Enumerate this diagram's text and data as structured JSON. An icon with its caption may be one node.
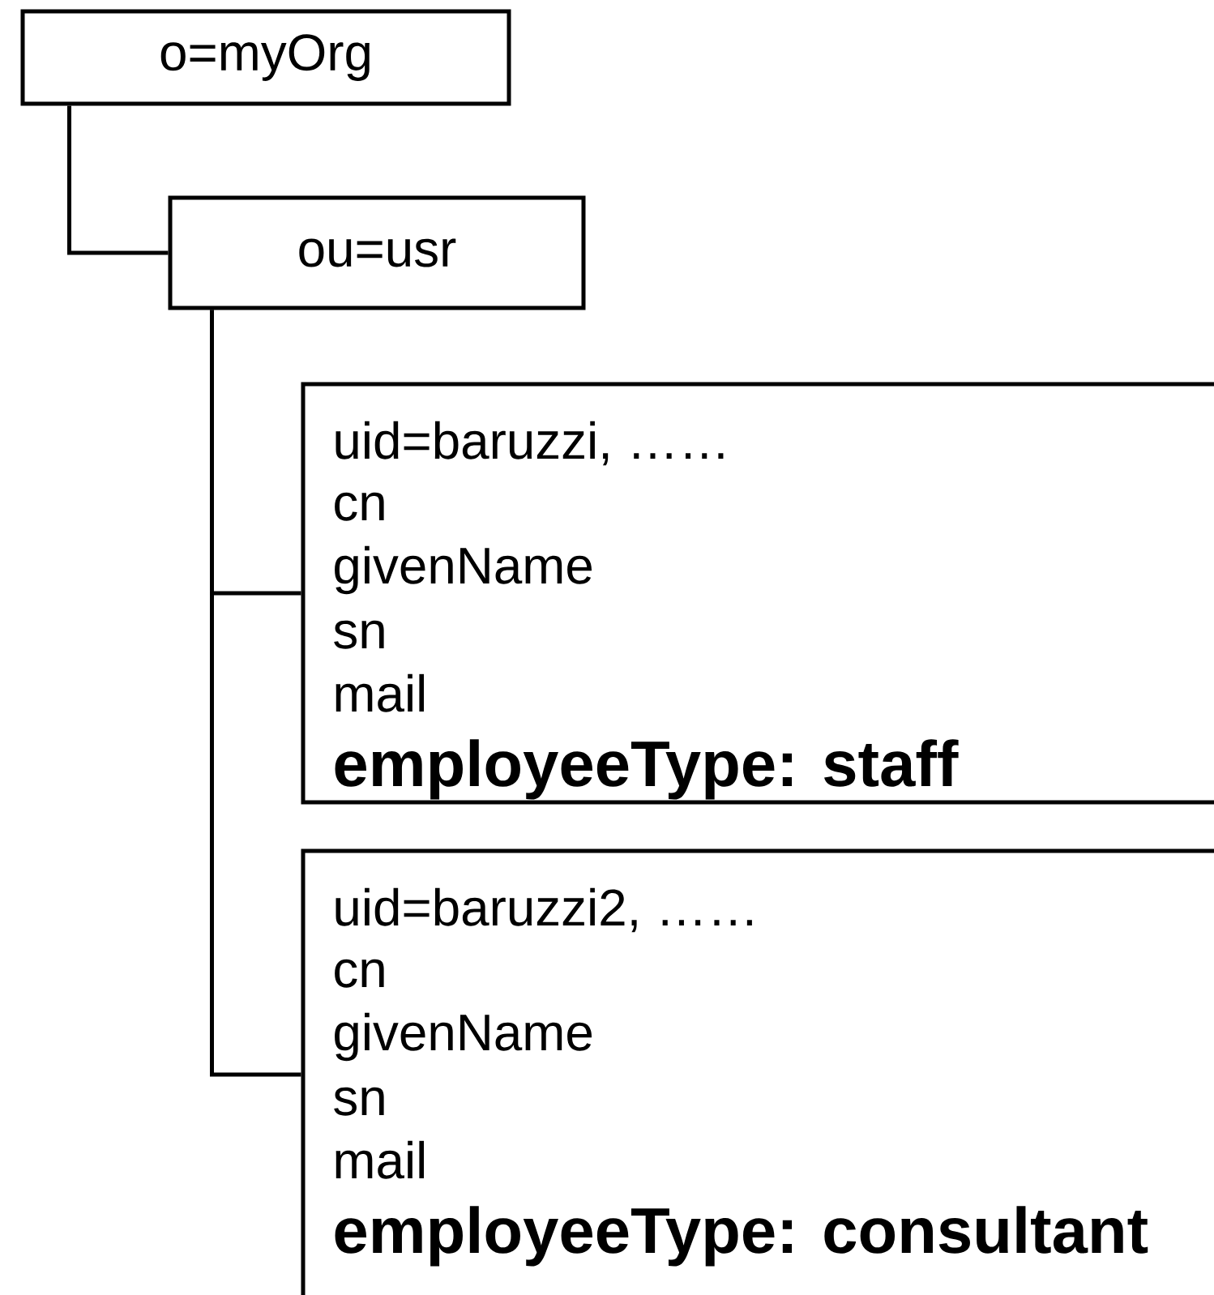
{
  "diagram": {
    "nodes": [
      {
        "text": [
          "o=myOrg"
        ]
      },
      {
        "text": [
          "ou=usr"
        ]
      },
      {
        "text": [
          "uid=baruzzi, ……",
          "cn",
          "givenName",
          "sn",
          "mail",
          "employeeType: staff"
        ]
      },
      {
        "text": [
          "uid=baruzzi2, ……",
          "cn",
          "givenName",
          "sn",
          "mail",
          "employeeType: consultant"
        ]
      }
    ],
    "edges": [
      {
        "from": 0,
        "to": 1,
        "arrow": "none"
      },
      {
        "from": 1,
        "to": 2,
        "arrow": "none"
      },
      {
        "from": 1,
        "to": 3,
        "arrow": "none"
      }
    ]
  }
}
